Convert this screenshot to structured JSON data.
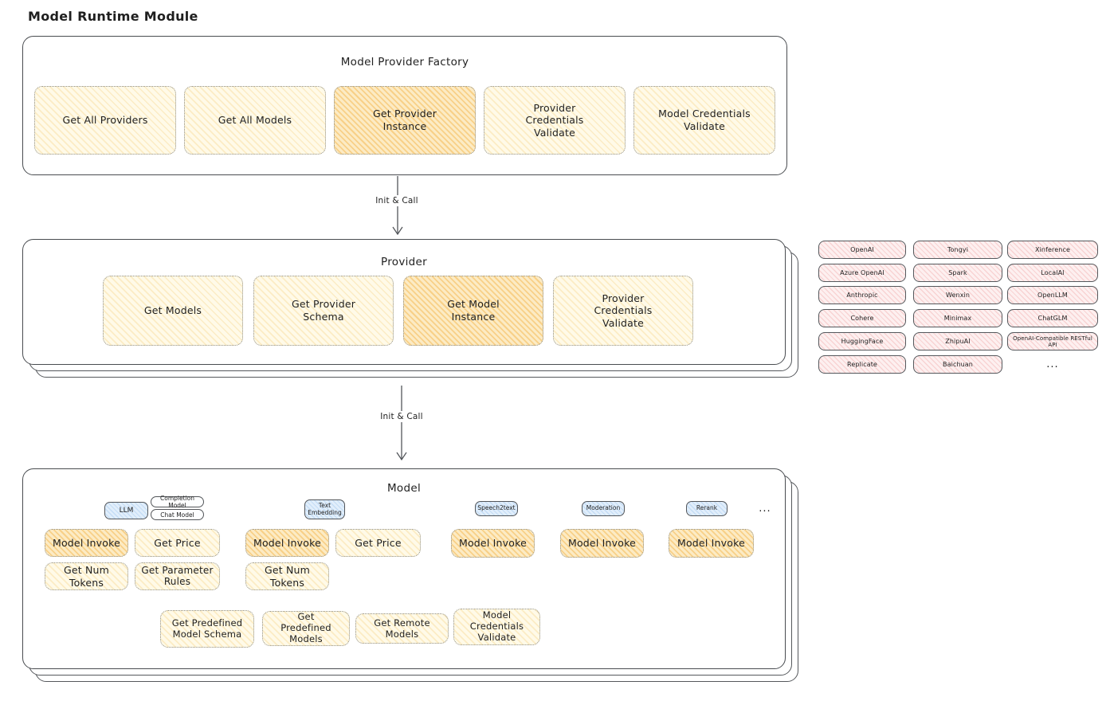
{
  "title": "Model Runtime Module",
  "factory": {
    "title": "Model Provider Factory",
    "buttons": [
      {
        "label": "Get All Providers",
        "highlighted": false
      },
      {
        "label": "Get All Models",
        "highlighted": false
      },
      {
        "label": "Get Provider Instance",
        "highlighted": true
      },
      {
        "label": "Provider Credentials Validate",
        "highlighted": false
      },
      {
        "label": "Model Credentials Validate",
        "highlighted": false
      }
    ]
  },
  "arrows": {
    "first": "Init & Call",
    "second": "Init & Call"
  },
  "provider": {
    "title": "Provider",
    "buttons": [
      {
        "label": "Get Models",
        "highlighted": false
      },
      {
        "label": "Get Provider Schema",
        "highlighted": false
      },
      {
        "label": "Get Model Instance",
        "highlighted": true
      },
      {
        "label": "Provider Credentials Validate",
        "highlighted": false
      }
    ]
  },
  "provider_list": {
    "col1": [
      "OpenAI",
      "Azure OpenAI",
      "Anthropic",
      "Cohere",
      "HuggingFace",
      "Replicate"
    ],
    "col2": [
      "Tongyi",
      "Spark",
      "Wenxin",
      "Minimax",
      "ZhipuAI",
      "Baichuan"
    ],
    "col3": [
      "Xinference",
      "LocalAI",
      "OpenLLM",
      "ChatGLM",
      "OpenAI-Compatible RESTful API"
    ],
    "more": "..."
  },
  "model": {
    "title": "Model",
    "chips": {
      "llm": "LLM",
      "completion": "Completion Model",
      "chat": "Chat Model",
      "text_embedding": "Text Embedding",
      "speech2text": "Speech2text",
      "moderation": "Moderation",
      "rerank": "Rerank"
    },
    "more": "...",
    "ops": {
      "model_invoke": "Model Invoke",
      "get_price": "Get Price",
      "get_num_tokens": "Get Num Tokens",
      "get_parameter_rules": "Get Parameter Rules"
    },
    "bottom_buttons": [
      "Get Predefined Model Schema",
      "Get Predefined Models",
      "Get Remote Models",
      "Model Credentials Validate"
    ]
  },
  "colors": {
    "stroke": "#494c50",
    "yellow_fill": "#fffae8",
    "yellow_hatch": "#f3c868",
    "orange_fill": "#fcebc4",
    "orange_hatch": "#f3a426",
    "pink_fill": "#fdf0f0",
    "pink_hatch": "#ee9696",
    "blue_fill": "#e1eefb",
    "blue_hatch": "#82b4e6",
    "text": "#1f1f1f"
  }
}
